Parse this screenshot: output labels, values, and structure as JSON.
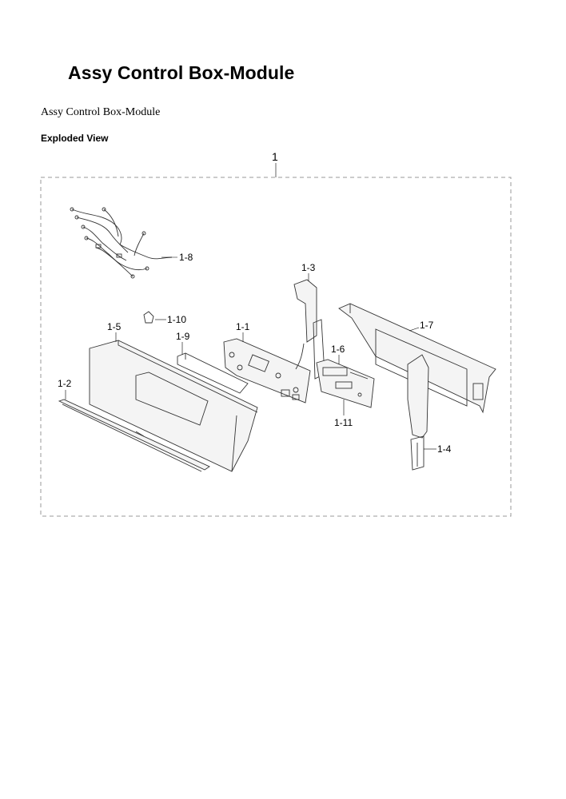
{
  "page": {
    "title": "Assy Control Box-Module",
    "subtitle": "Assy Control Box-Module",
    "section_heading": "Exploded View"
  },
  "diagram": {
    "assembly_label": "1",
    "callouts": {
      "c1_1": "1-1",
      "c1_2": "1-2",
      "c1_3": "1-3",
      "c1_4": "1-4",
      "c1_5": "1-5",
      "c1_6": "1-6",
      "c1_7": "1-7",
      "c1_8": "1-8",
      "c1_9": "1-9",
      "c1_10": "1-10",
      "c1_11": "1-11"
    }
  }
}
